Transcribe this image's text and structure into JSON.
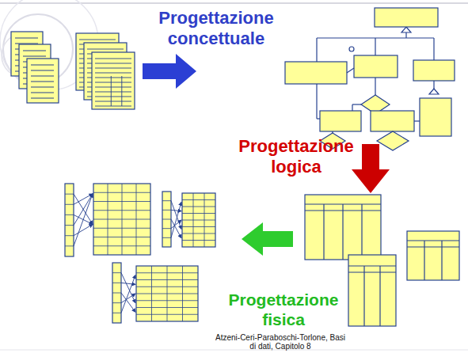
{
  "diagram": {
    "labels": [
      "Progettazione concettuale",
      "Progettazione logica",
      "Progettazione fisica",
      "Atzeni-Ceri-Paraboschi-Torlone, Basi di dati, Capitolo 8"
    ]
  }
}
